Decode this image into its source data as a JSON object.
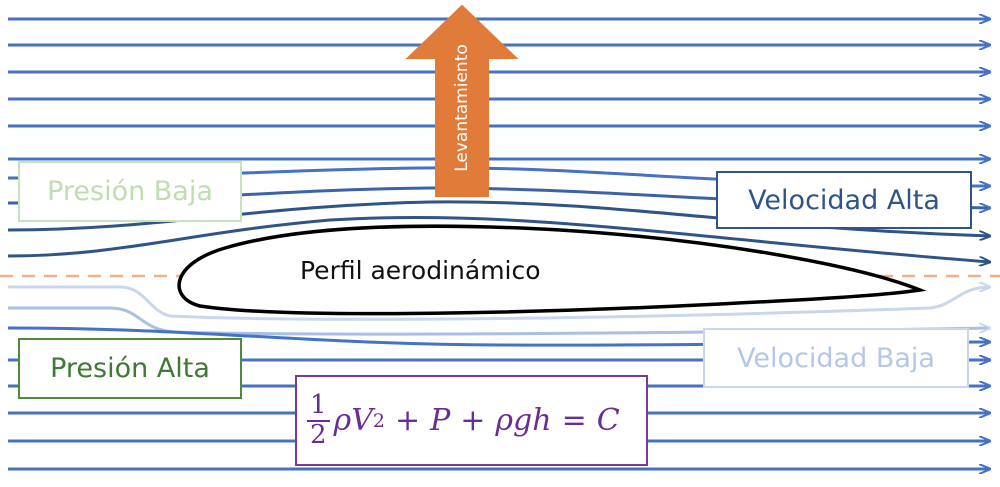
{
  "labels": {
    "low_pressure": "Presión Baja",
    "high_pressure": "Presión Alta",
    "high_velocity": "Velocidad Alta",
    "low_velocity": "Velocidad Baja",
    "airfoil": "Perfil aerodinámico",
    "lift": "Levantamiento"
  },
  "equation": {
    "frac_num": "1",
    "frac_den": "2",
    "rho": "ρ",
    "v": "V",
    "exp": "2",
    "plus1": "+",
    "p": "P",
    "plus2": "+",
    "rhogh": "ρgh",
    "equals": "=",
    "c": "C"
  },
  "colors": {
    "streamline": "#4472c4",
    "streamline_upper_dark": "#2f5487",
    "streamline_lower_light": "#c9d6ee",
    "lift_arrow": "#e07b39",
    "dashed_line": "#f0b08a",
    "airfoil_outline": "#000000",
    "equation": "#7030a0"
  }
}
